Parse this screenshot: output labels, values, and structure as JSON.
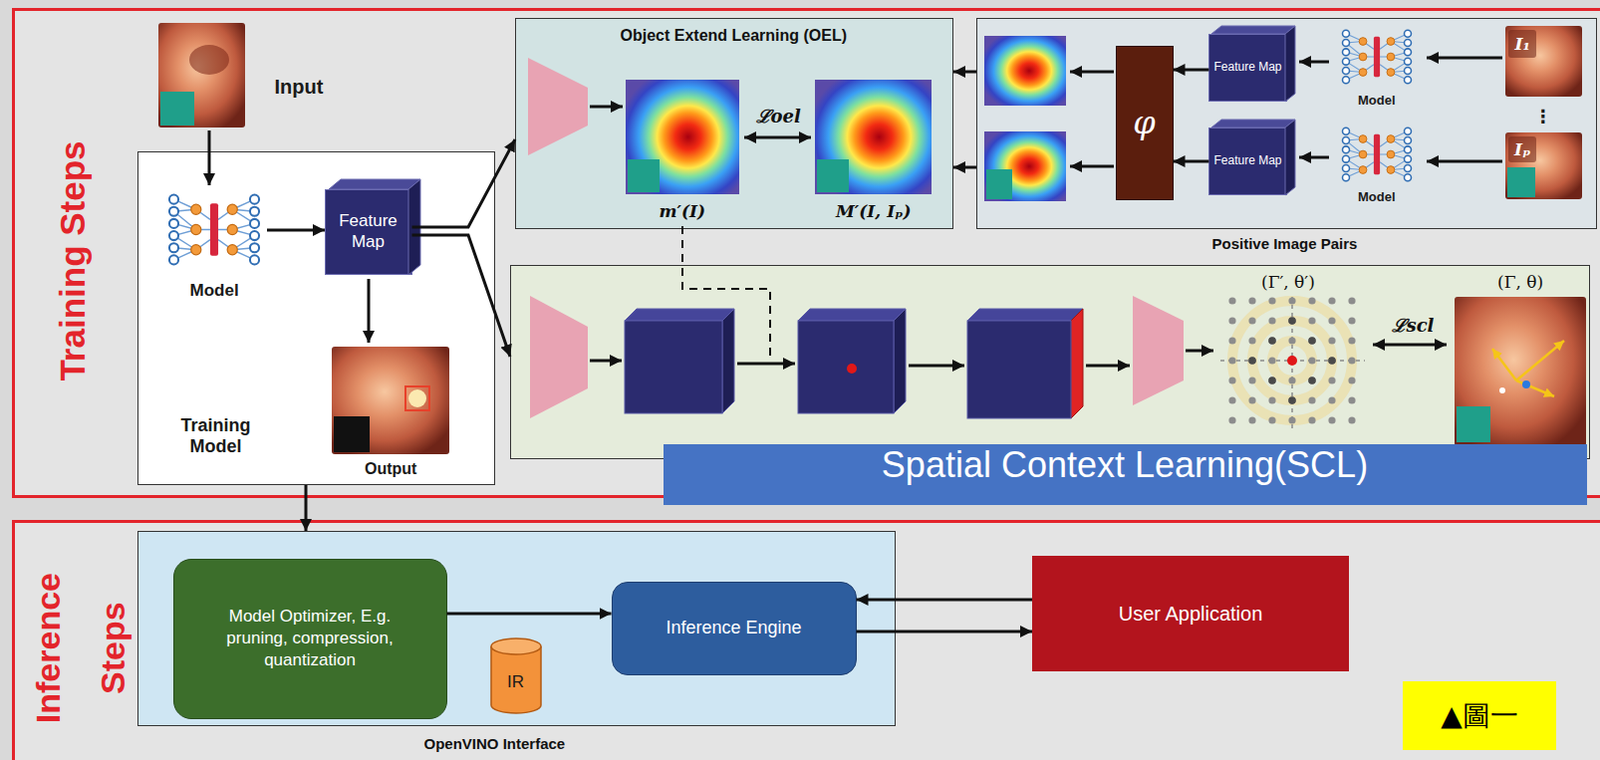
{
  "diagram": {
    "nodes": [
      {
        "text": [
          "Training Steps"
        ]
      },
      {
        "text": [
          "Training Model"
        ],
        "in": 0
      },
      {
        "text": [
          "Feature Map"
        ],
        "in": 1
      },
      {
        "text": [
          "Object Extend Learning (OEL)"
        ],
        "in": 0
      },
      {
        "text": [
          "Positive Image Pairs"
        ],
        "in": 0
      },
      {
        "text": [
          "φ"
        ],
        "in": 4
      },
      {
        "text": [
          "Feature Map"
        ],
        "in": 4
      },
      {
        "text": [
          "Feature Map"
        ],
        "in": 4
      },
      {
        "text": [
          "Spatial Context Learning(SCL)"
        ],
        "in": 0
      },
      {
        "text": [
          "Inference Steps"
        ]
      },
      {
        "text": [
          "OpenVINO Interface"
        ],
        "in": 9
      },
      {
        "text": [
          "Model Optimizer, E.g. pruning, compression, quantization"
        ],
        "in": 10
      },
      {
        "text": [
          "IR"
        ],
        "in": 10
      },
      {
        "text": [
          "Inference Engine"
        ],
        "in": 10
      },
      {
        "text": [
          "User Application"
        ],
        "in": 9
      },
      {
        "text": [
          "▲圖一"
        ],
        "in": 9
      }
    ],
    "edges": [
      {
        "from": 2,
        "to": 3,
        "arrow": "to"
      },
      {
        "from": 2,
        "to": 8,
        "arrow": "to"
      },
      {
        "from": 4,
        "to": 3,
        "arrow": "to"
      },
      {
        "from": 4,
        "to": 3,
        "arrow": "to"
      },
      {
        "from": 6,
        "to": 5,
        "arrow": "to"
      },
      {
        "from": 7,
        "to": 5,
        "arrow": "to"
      },
      {
        "from": 1,
        "to": 10,
        "arrow": "to"
      },
      {
        "from": 11,
        "to": 13,
        "arrow": "to"
      },
      {
        "from": 14,
        "to": 13,
        "arrow": "to"
      },
      {
        "from": 13,
        "to": 14,
        "arrow": "to"
      }
    ],
    "labels": [
      "Input",
      "Model",
      "Output",
      "m′(I)",
      "ℒoel",
      "M′(I, Iₚ)",
      "Model",
      "Model",
      "I₁",
      "⋮",
      "Iₚ",
      "(Γ′, θ′)",
      "ℒscl",
      "(Γ, θ)"
    ]
  }
}
